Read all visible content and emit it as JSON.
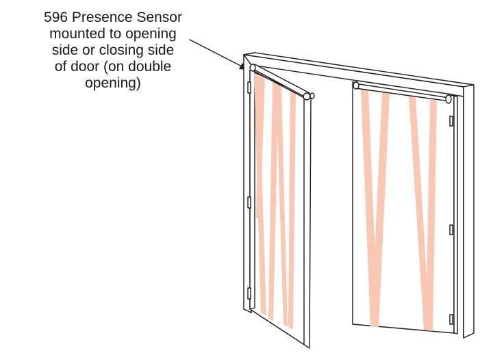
{
  "callout": {
    "lines": [
      "596 Presence Sensor",
      "mounted to opening",
      "side or closing side",
      "of door (on double",
      "opening)"
    ]
  },
  "colors": {
    "line": "#1a1a1a",
    "beam": "#f8c8b4",
    "background": "#ffffff"
  },
  "icons": {
    "left_door": "swinging-door-leaf",
    "right_door": "closed-door-leaf",
    "sensors": "presence-sensor-bar"
  }
}
